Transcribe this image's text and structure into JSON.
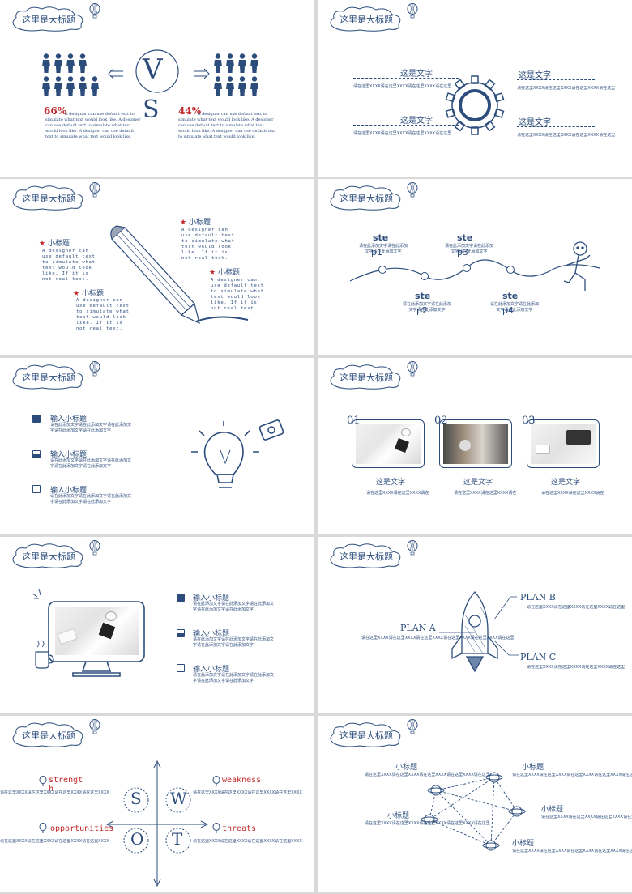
{
  "header_title": "这里是大标题",
  "colors": {
    "primary": "#2c4d7c",
    "accent": "#c0282b",
    "background": "#ffffff"
  },
  "s1": {
    "vs_v": "V",
    "vs_s": "S",
    "left_pct": "66%",
    "right_pct": "44%",
    "left_text": "A designer can use default text to simulate what text would look like. A designer can use default text to simulate what text would look like. A designer can use default text to simulate what text would look like.",
    "right_text": "A designer can use default text to simulate what text would look like. A designer can use default text to simulate what text would look like. A designer can use default text to simulate what text would look like."
  },
  "s2": {
    "items": [
      {
        "title": "这是文字",
        "desc": "请在这里XXXX请在这里XXXX请在这里XXXX请在这里"
      },
      {
        "title": "这是文字",
        "desc": "请在这里XXXX请在这里XXXX请在这里XXXX请在这里"
      },
      {
        "title": "这是文字",
        "desc": "请在这里XXXX请在这里XXXX请在这里XXXX请在这里"
      },
      {
        "title": "这是文字",
        "desc": "请在这里XXXX请在这里XXXX请在这里XXXX请在这里"
      }
    ]
  },
  "s3": {
    "items": [
      {
        "title": "小标题",
        "desc": "A designer can use default text to simulate what text would look like. If it is not real text."
      },
      {
        "title": "小标题",
        "desc": "A designer can use default text to simulate what text would look like. If it is not real text."
      },
      {
        "title": "小标题",
        "desc": "A designer can use default text to simulate what text would look like. If it is not real text."
      },
      {
        "title": "小标题",
        "desc": "A designer can use default text to simulate what text would look like. If it is not real text."
      }
    ]
  },
  "s4": {
    "steps": [
      {
        "title": "ste",
        "num": "p1",
        "desc": "请在此添加文字请在此添加文字请在此添加文字"
      },
      {
        "title": "ste",
        "num": "p2",
        "desc": "请在此添加文字请在此添加文字请在此添加文字"
      },
      {
        "title": "ste",
        "num": "p3",
        "desc": "请在此添加文字请在此添加文字请在此添加文字"
      },
      {
        "title": "ste",
        "num": "p4",
        "desc": "请在此添加文字请在此添加文字请在此添加文字"
      }
    ]
  },
  "s5": {
    "items": [
      {
        "title": "输入小标题",
        "desc": "请在此添加文字请在此添加文字请在此添加文字请在此添加文字请在此添加文字"
      },
      {
        "title": "输入小标题",
        "desc": "请在此添加文字请在此添加文字请在此添加文字请在此添加文字请在此添加文字"
      },
      {
        "title": "输入小标题",
        "desc": "请在此添加文字请在此添加文字请在此添加文字请在此添加文字请在此添加文字"
      }
    ]
  },
  "s6": {
    "items": [
      {
        "num": "01",
        "title": "这是文字",
        "desc": "请在这里XXXX请在这里XXXX请在"
      },
      {
        "num": "02",
        "title": "这是文字",
        "desc": "请在这里XXXX请在这里XXXX请在"
      },
      {
        "num": "03",
        "title": "这是文字",
        "desc": "请在这里XXXX请在这里XXXX请在"
      }
    ]
  },
  "s7": {
    "items": [
      {
        "title": "输入小标题",
        "desc": "请在此添加文字请在此添加文字请在此添加文字请在此添加文字请在此添加文字"
      },
      {
        "title": "输入小标题",
        "desc": "请在此添加文字请在此添加文字请在此添加文字请在此添加文字请在此添加文字"
      },
      {
        "title": "输入小标题",
        "desc": "请在此添加文字请在此添加文字请在此添加文字请在此添加文字请在此添加文字"
      }
    ]
  },
  "s8": {
    "plan_b": "PLAN B",
    "plan_a": "PLAN A",
    "plan_c": "PLAN C",
    "desc_b": "请在这里XXXX请在这里XXXX请在这里XXXX请在这里",
    "desc_a": "请在这里XXXX请在这里XXXX请在这里XXXX请在这里XXXX请在这里XXXX请在这里",
    "desc_c": "请在这里XXXX请在这里XXXX请在这里XXXX请在这里"
  },
  "s9": {
    "strength": "strength",
    "weakness": "weakness",
    "opportunities": "opportunities",
    "threats": "threats",
    "S": "S",
    "W": "W",
    "O": "O",
    "T": "T",
    "desc": "请在这里XXXX请在这里XXXX请在这里XXXX请在这里XXXX"
  },
  "s10": {
    "items": [
      {
        "title": "小标题",
        "desc": "请在这里XXXX请在这里XXXX请在这里XXXX请在这里XXXX请在这里"
      },
      {
        "title": "小标题",
        "desc": "请在这里XXXX请在这里XXXX请在这里XXXX请在这里XXXX请在这里"
      },
      {
        "title": "小标题",
        "desc": "请在这里XXXX请在这里XXXX请在这里XXXX请在这里XXXX请在这里"
      },
      {
        "title": "小标题",
        "desc": "请在这里XXXX请在这里XXXX请在这里XXXX请在这里XXXX请在这里"
      },
      {
        "title": "小标题",
        "desc": "请在这里XXXX请在这里XXXX请在这里XXXX请在这里XXXX请在这里"
      }
    ]
  }
}
